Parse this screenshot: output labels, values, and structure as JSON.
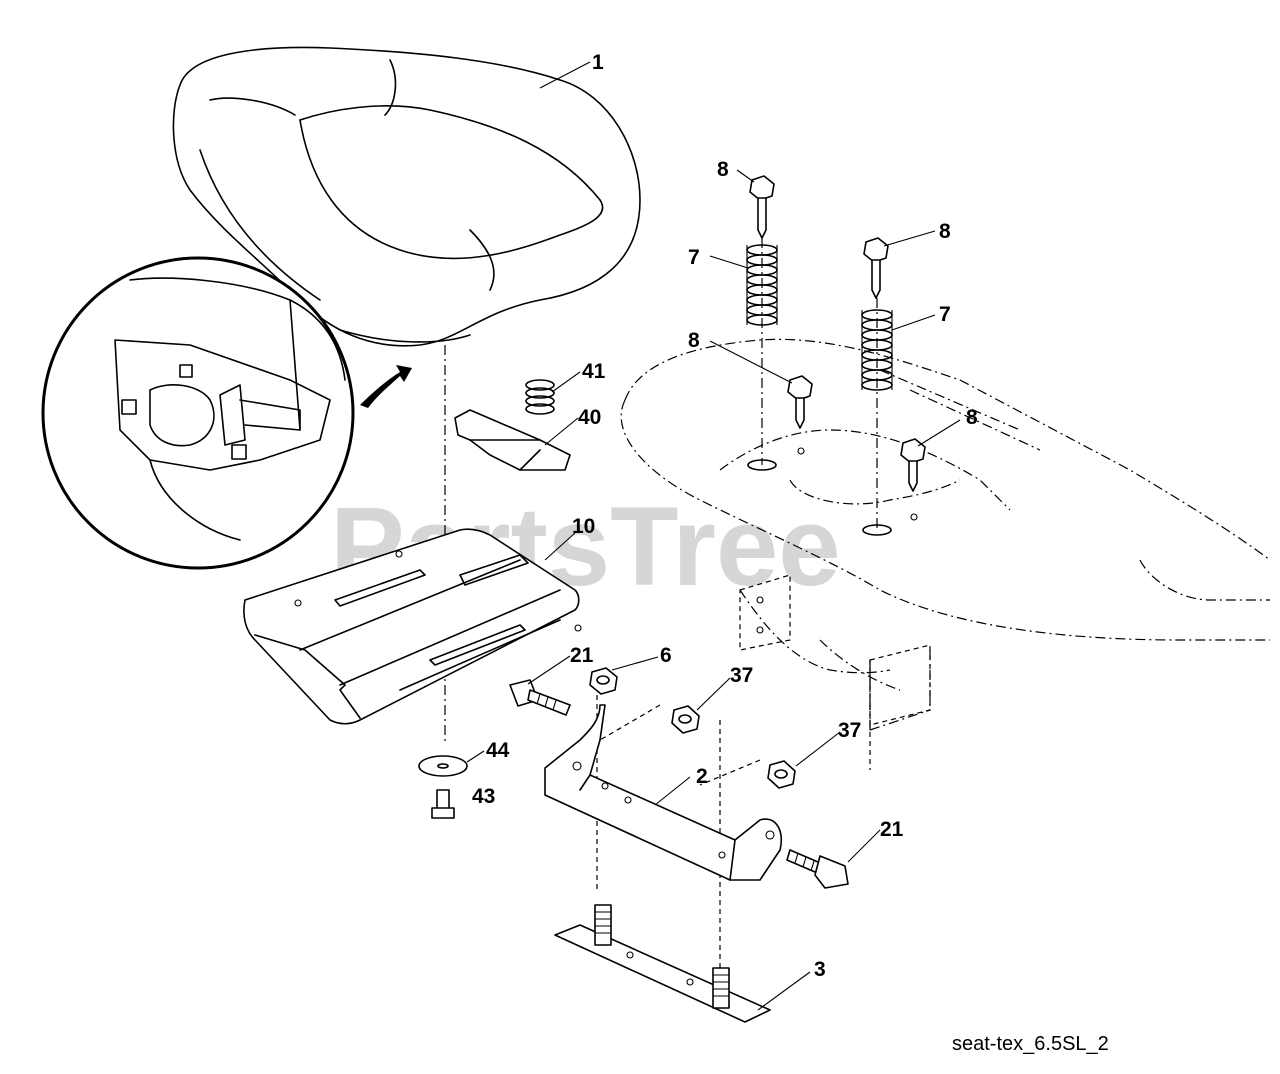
{
  "watermark": "PartsTree",
  "drawing_ref": "seat-tex_6.5SL_2",
  "callouts": {
    "seat": "1",
    "seat_bracket": "2",
    "bottom_plate": "3",
    "nut_6": "6",
    "spring_left": "7",
    "spring_right": "7",
    "screw_top_left": "8",
    "screw_top_right": "8",
    "screw_mid_left": "8",
    "screw_mid_right": "8",
    "seat_pan": "10",
    "bolt_left": "21",
    "bolt_right": "21",
    "nut_37_left": "37",
    "nut_37_right": "37",
    "clip": "40",
    "spring_small": "41",
    "screw_43": "43",
    "washer_44": "44"
  }
}
